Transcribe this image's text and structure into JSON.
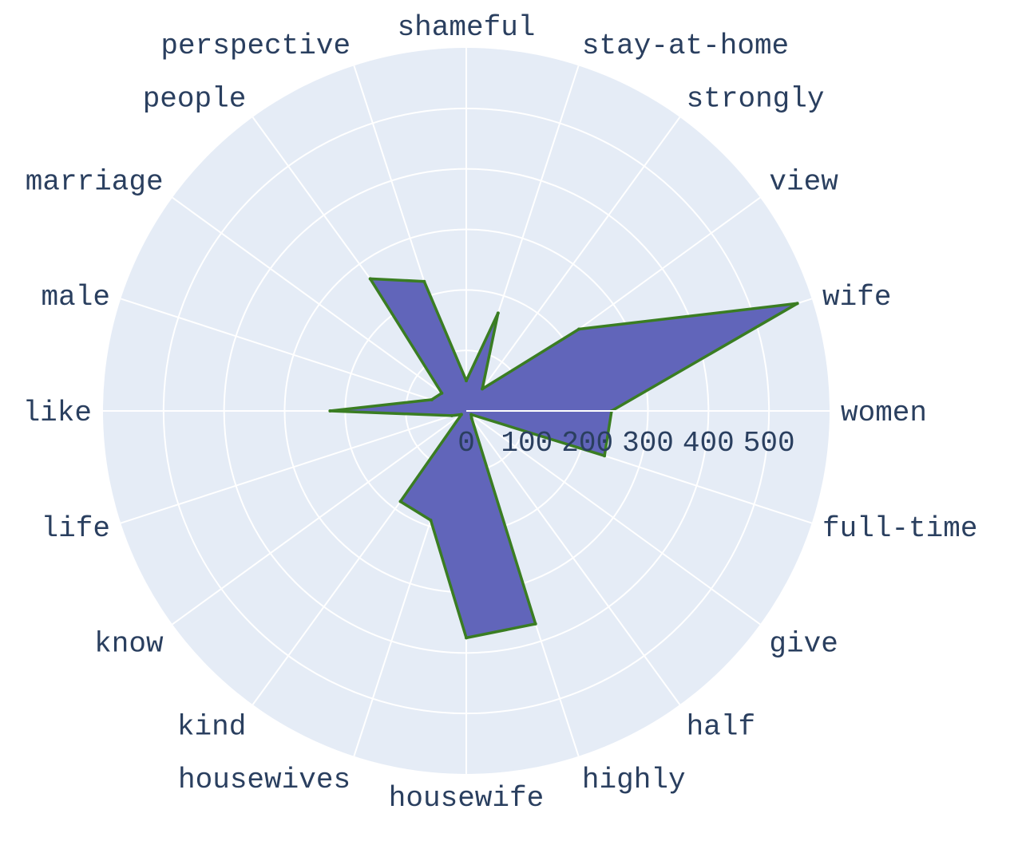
{
  "chart_data": {
    "type": "radar",
    "title": "",
    "categories": [
      "women",
      "wife",
      "view",
      "strongly",
      "stay-at-home",
      "shameful",
      "perspective",
      "people",
      "marriage",
      "male",
      "like",
      "life",
      "know",
      "kind",
      "housewives",
      "housewife",
      "highly",
      "half",
      "give",
      "full-time"
    ],
    "series": [
      {
        "values": [
          240,
          575,
          230,
          45,
          170,
          50,
          225,
          270,
          50,
          60,
          225,
          25,
          10,
          185,
          190,
          375,
          370,
          15,
          10,
          240
        ],
        "fill_color": "#5c60b8",
        "line_color": "#3a7d22"
      }
    ],
    "radial_axis": {
      "range": [
        0,
        600
      ],
      "ticks": [
        0,
        100,
        200,
        300,
        400,
        500
      ],
      "tick_labels": [
        "0",
        "100",
        "200",
        "300",
        "400",
        "500"
      ]
    },
    "grid": true,
    "background_color": "#e5ecf6",
    "gridline_color": "#ffffff"
  }
}
